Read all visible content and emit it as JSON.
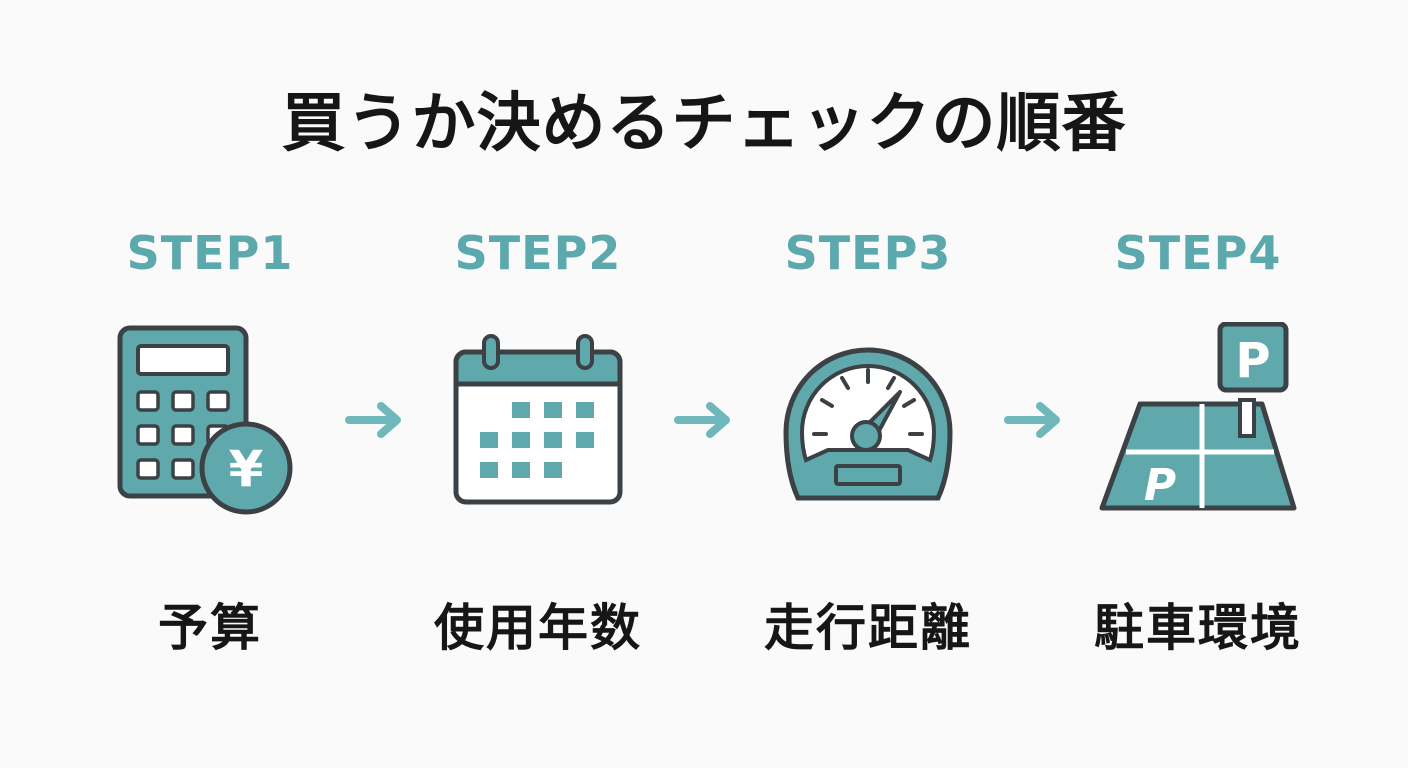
{
  "title": "買うか決めるチェックの順番",
  "steps": [
    {
      "label": "STEP1",
      "text": "予算",
      "icon": "calculator-yen-icon"
    },
    {
      "label": "STEP2",
      "text": "使用年数",
      "icon": "calendar-icon"
    },
    {
      "label": "STEP3",
      "text": "走行距離",
      "icon": "speedometer-icon"
    },
    {
      "label": "STEP4",
      "text": "駐車環境",
      "icon": "parking-lot-icon"
    }
  ],
  "icon_glyphs": {
    "yen": "¥",
    "parking": "P"
  },
  "colors": {
    "accent": "#5ba9ad",
    "fill": "#5fa9ac",
    "outline": "#3b4145",
    "text": "#161616",
    "background": "#fafafa"
  }
}
